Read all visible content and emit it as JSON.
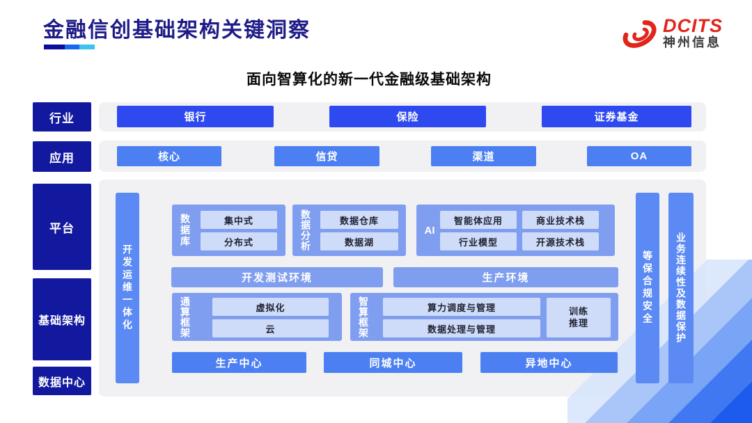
{
  "header": {
    "title": "金融信创基础架构关键洞察",
    "logo_brand": "DCITS",
    "logo_company": "神州信息"
  },
  "subtitle": "面向智算化的新一代金融级基础架构",
  "rows": {
    "industry": {
      "label": "行业",
      "items": [
        "银行",
        "保险",
        "证券基金"
      ]
    },
    "application": {
      "label": "应用",
      "items": [
        "核心",
        "信贷",
        "渠道",
        "OA"
      ]
    },
    "platform_label": "平台",
    "infrastructure_label": "基础架构",
    "datacenter_label": "数据中心"
  },
  "pillars": {
    "devops": "开发运维一体化",
    "security": "等保合规安全",
    "continuity": "业务连续性及数据保护"
  },
  "platform_groups": {
    "database": {
      "label": "数据库",
      "items": [
        "集中式",
        "分布式"
      ]
    },
    "analytics": {
      "label": "数据分析",
      "items": [
        "数据仓库",
        "数据湖"
      ]
    },
    "ai": {
      "label": "AI",
      "items": [
        "智能体应用",
        "商业技术栈",
        "行业模型",
        "开源技术栈"
      ]
    }
  },
  "environments": {
    "dev": "开发测试环境",
    "prod": "生产环境"
  },
  "frameworks": {
    "general": {
      "label": "通算框架",
      "items": [
        "虚拟化",
        "云"
      ]
    },
    "ai_compute": {
      "label": "智算框架",
      "items": [
        "算力调度与管理",
        "数据处理与管理"
      ],
      "train": "训练\n推理"
    }
  },
  "centers": [
    "生产中心",
    "同城中心",
    "异地中心"
  ],
  "colors": {
    "title_navy": "#1e1b87",
    "label_navy": "#12199e",
    "industry_blue": "#2e49f0",
    "app_blue": "#4b7ff2",
    "pillar_blue": "#5b8af4",
    "group_blue": "#7f9ef0",
    "light_box": "#cfdcf9",
    "band_gray": "#f1f1f4",
    "logo_red": "#e1251b",
    "underline_segments": [
      "#0d0d9b",
      "#1b66f0",
      "#3cc3ee"
    ]
  }
}
